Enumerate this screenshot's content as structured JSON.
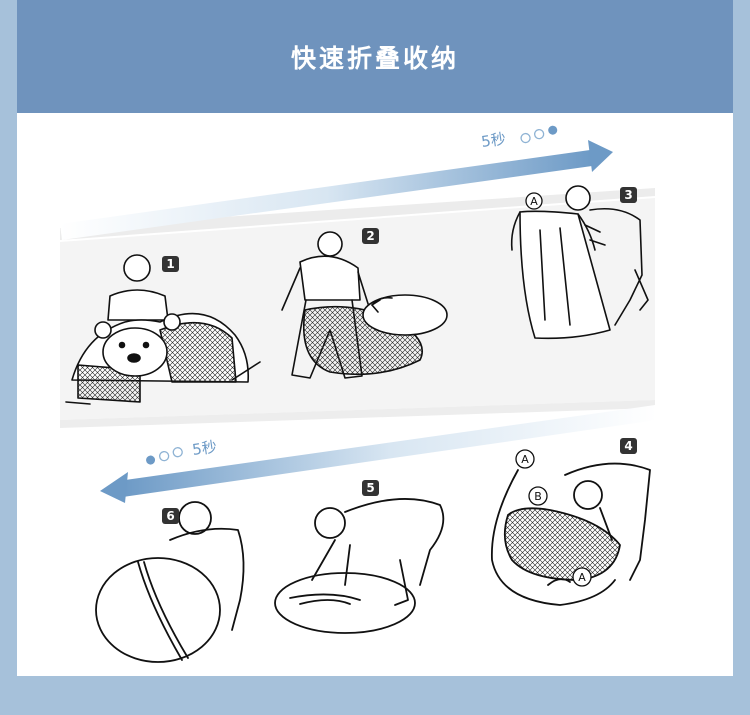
{
  "header": {
    "title": "快速折叠收纳"
  },
  "timeline_top": {
    "label": "5秒",
    "dots": [
      "empty",
      "empty",
      "filled"
    ]
  },
  "timeline_bottom": {
    "label": "5秒",
    "dots": [
      "filled",
      "empty",
      "empty"
    ]
  },
  "steps": [
    {
      "number": "1"
    },
    {
      "number": "2"
    },
    {
      "number": "3",
      "tags": [
        "A"
      ]
    },
    {
      "number": "4",
      "tags": [
        "A",
        "B",
        "A"
      ]
    },
    {
      "number": "5"
    },
    {
      "number": "6"
    }
  ],
  "colors": {
    "header": "#6f93bd",
    "frame": "#a6c1da",
    "arrow": "#6d9ac6",
    "badge": "#333333"
  }
}
